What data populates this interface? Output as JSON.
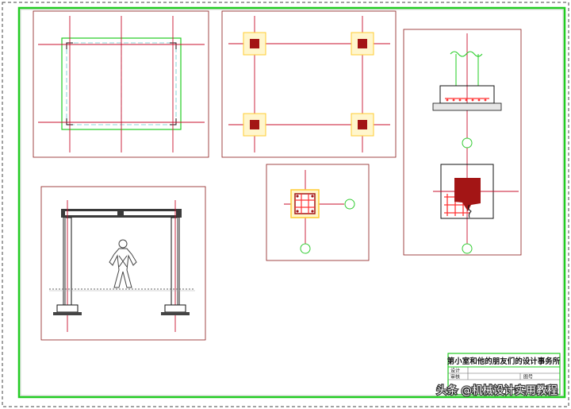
{
  "colors": {
    "background": "#ffffff",
    "frame_green": "#22cc22",
    "axis_red": "#c8102e",
    "column_fill": "#a31515",
    "pad_yellow": "#ffe066",
    "drawing_border": "#8b1a1a",
    "rebar": "#ff3333",
    "outline_black": "#111111",
    "hidden_cyan": "#66cccc",
    "circle_green": "#33cc33"
  },
  "title_block": {
    "title": "第小室和他的朋友们的设计事务所",
    "row1_label": "设计",
    "row2_label": "审核",
    "row2_right_label": "图号"
  },
  "watermark": {
    "text": "头条 @机械设计实用教程"
  },
  "icons": {
    "human_figure": "person-icon"
  }
}
